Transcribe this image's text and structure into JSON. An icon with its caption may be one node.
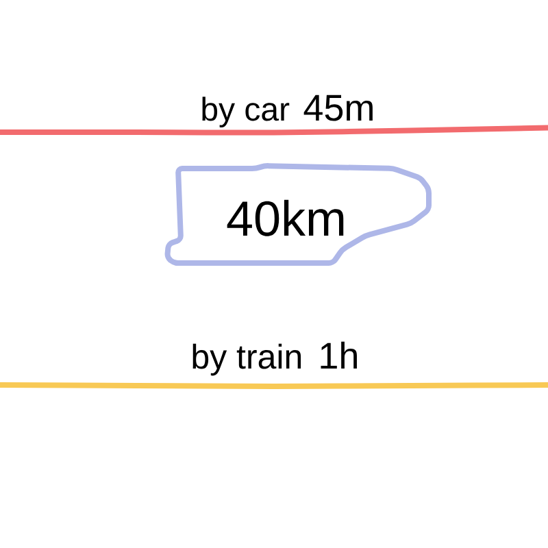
{
  "diagram": {
    "nodes": [
      {
        "text": [
          "40km"
        ]
      }
    ],
    "labels": [
      "by car",
      "45m",
      "by train",
      "1h"
    ]
  }
}
